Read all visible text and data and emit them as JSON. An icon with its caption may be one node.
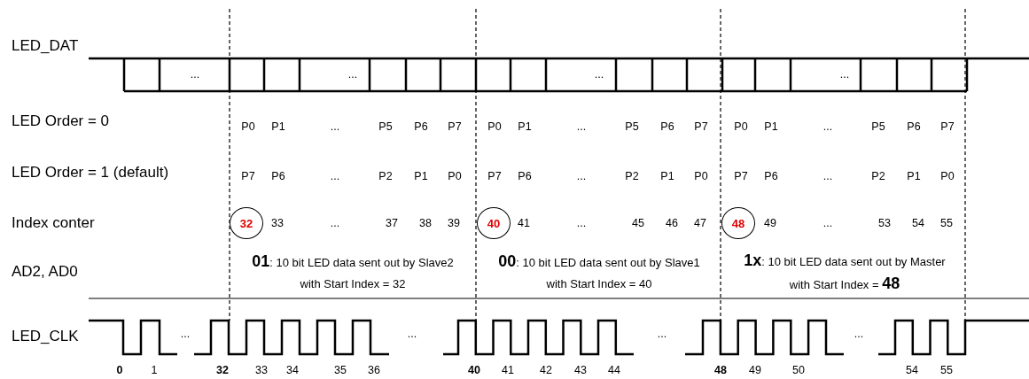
{
  "diagram": {
    "nodes": [
      {
        "text": [
          "32"
        ]
      },
      {
        "text": [
          "40"
        ]
      },
      {
        "text": [
          "48"
        ]
      }
    ],
    "labels": [
      "LED_DAT",
      "...",
      "...",
      "...",
      "...",
      "LED Order = 0",
      "P0",
      "P1",
      "...",
      "P5",
      "P6",
      "P7",
      "P0",
      "P1",
      "...",
      "P5",
      "P6",
      "P7",
      "P0",
      "P1",
      "...",
      "P5",
      "P6",
      "P7",
      "LED Order = 1 (default)",
      "P7",
      "P6",
      "...",
      "P2",
      "P1",
      "P0",
      "P7",
      "P6",
      "...",
      "P2",
      "P1",
      "P0",
      "P7",
      "P6",
      "...",
      "P2",
      "P1",
      "P0",
      "Index conter",
      "33",
      "...",
      "37",
      "38",
      "39",
      "41",
      "...",
      "45",
      "46",
      "47",
      "49",
      "...",
      "53",
      "54",
      "55",
      "AD2, AD0",
      "**01**: 10 bit LED data sent out by Slave2 with Start Index = 32",
      "**00**: 10 bit LED data sent out by Slave1 with Start Index = 40",
      "**1x**: 10 bit LED data sent out by Master with Start Index = **48**",
      "LED_CLK",
      "...",
      "...",
      "...",
      "...",
      "0",
      "1",
      "32",
      "33",
      "34",
      "35",
      "36",
      "40",
      "41",
      "42",
      "43",
      "44",
      "48",
      "49",
      "50",
      "54",
      "55"
    ]
  }
}
